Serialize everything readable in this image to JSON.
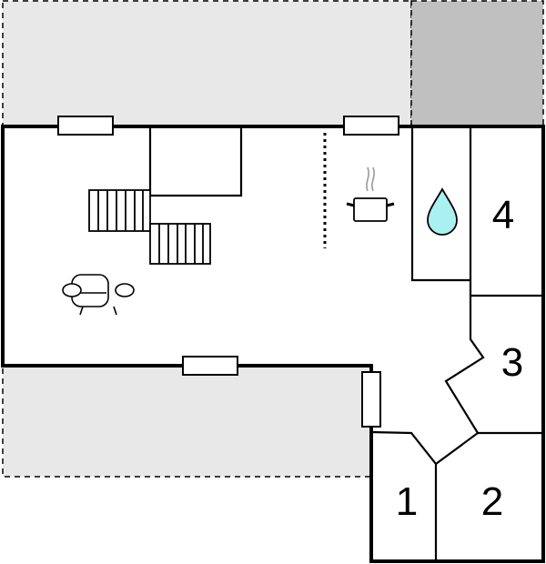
{
  "plan": {
    "rooms": [
      {
        "id": "room-1",
        "label": "1"
      },
      {
        "id": "room-2",
        "label": "2"
      },
      {
        "id": "room-3",
        "label": "3"
      },
      {
        "id": "room-4",
        "label": "4"
      }
    ],
    "icons": [
      "kitchen-pot-icon",
      "water-drop-icon",
      "armchair-icon",
      "staircase-icon"
    ],
    "colors": {
      "terrace": "#e8e8e8",
      "covered_terrace": "#c0c0c0",
      "wall": "#000000",
      "water": "#aaf0f0"
    }
  }
}
